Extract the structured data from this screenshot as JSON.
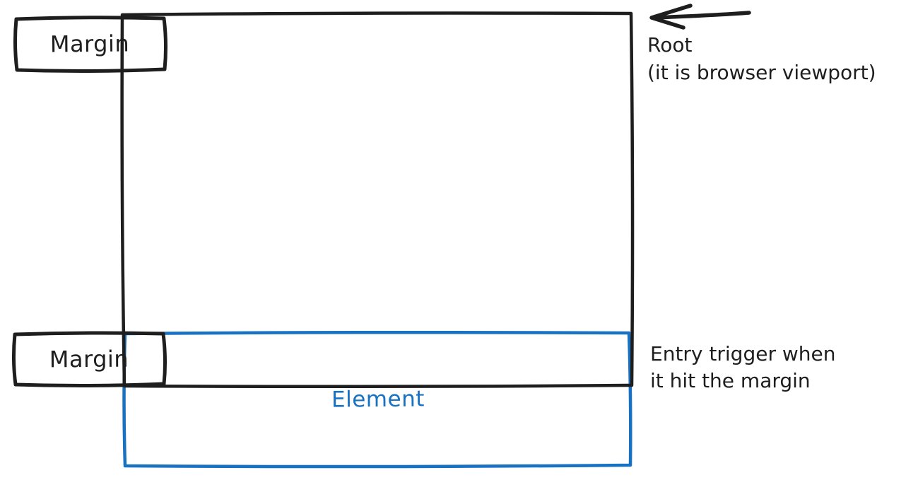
{
  "diagram": {
    "colors": {
      "ink": "#1e1e1e",
      "margin_fill": "#ffc9c9",
      "accent_blue": "#1971c2",
      "background": "#ffffff"
    },
    "margin_top": {
      "label": "Margin"
    },
    "margin_bottom": {
      "label": "Margin"
    },
    "element": {
      "label": "Element"
    },
    "root_note": {
      "line1": "Root",
      "line2": "(it is browser viewport)"
    },
    "entry_note": {
      "line1": "Entry trigger when",
      "line2": "it hit the margin"
    }
  }
}
